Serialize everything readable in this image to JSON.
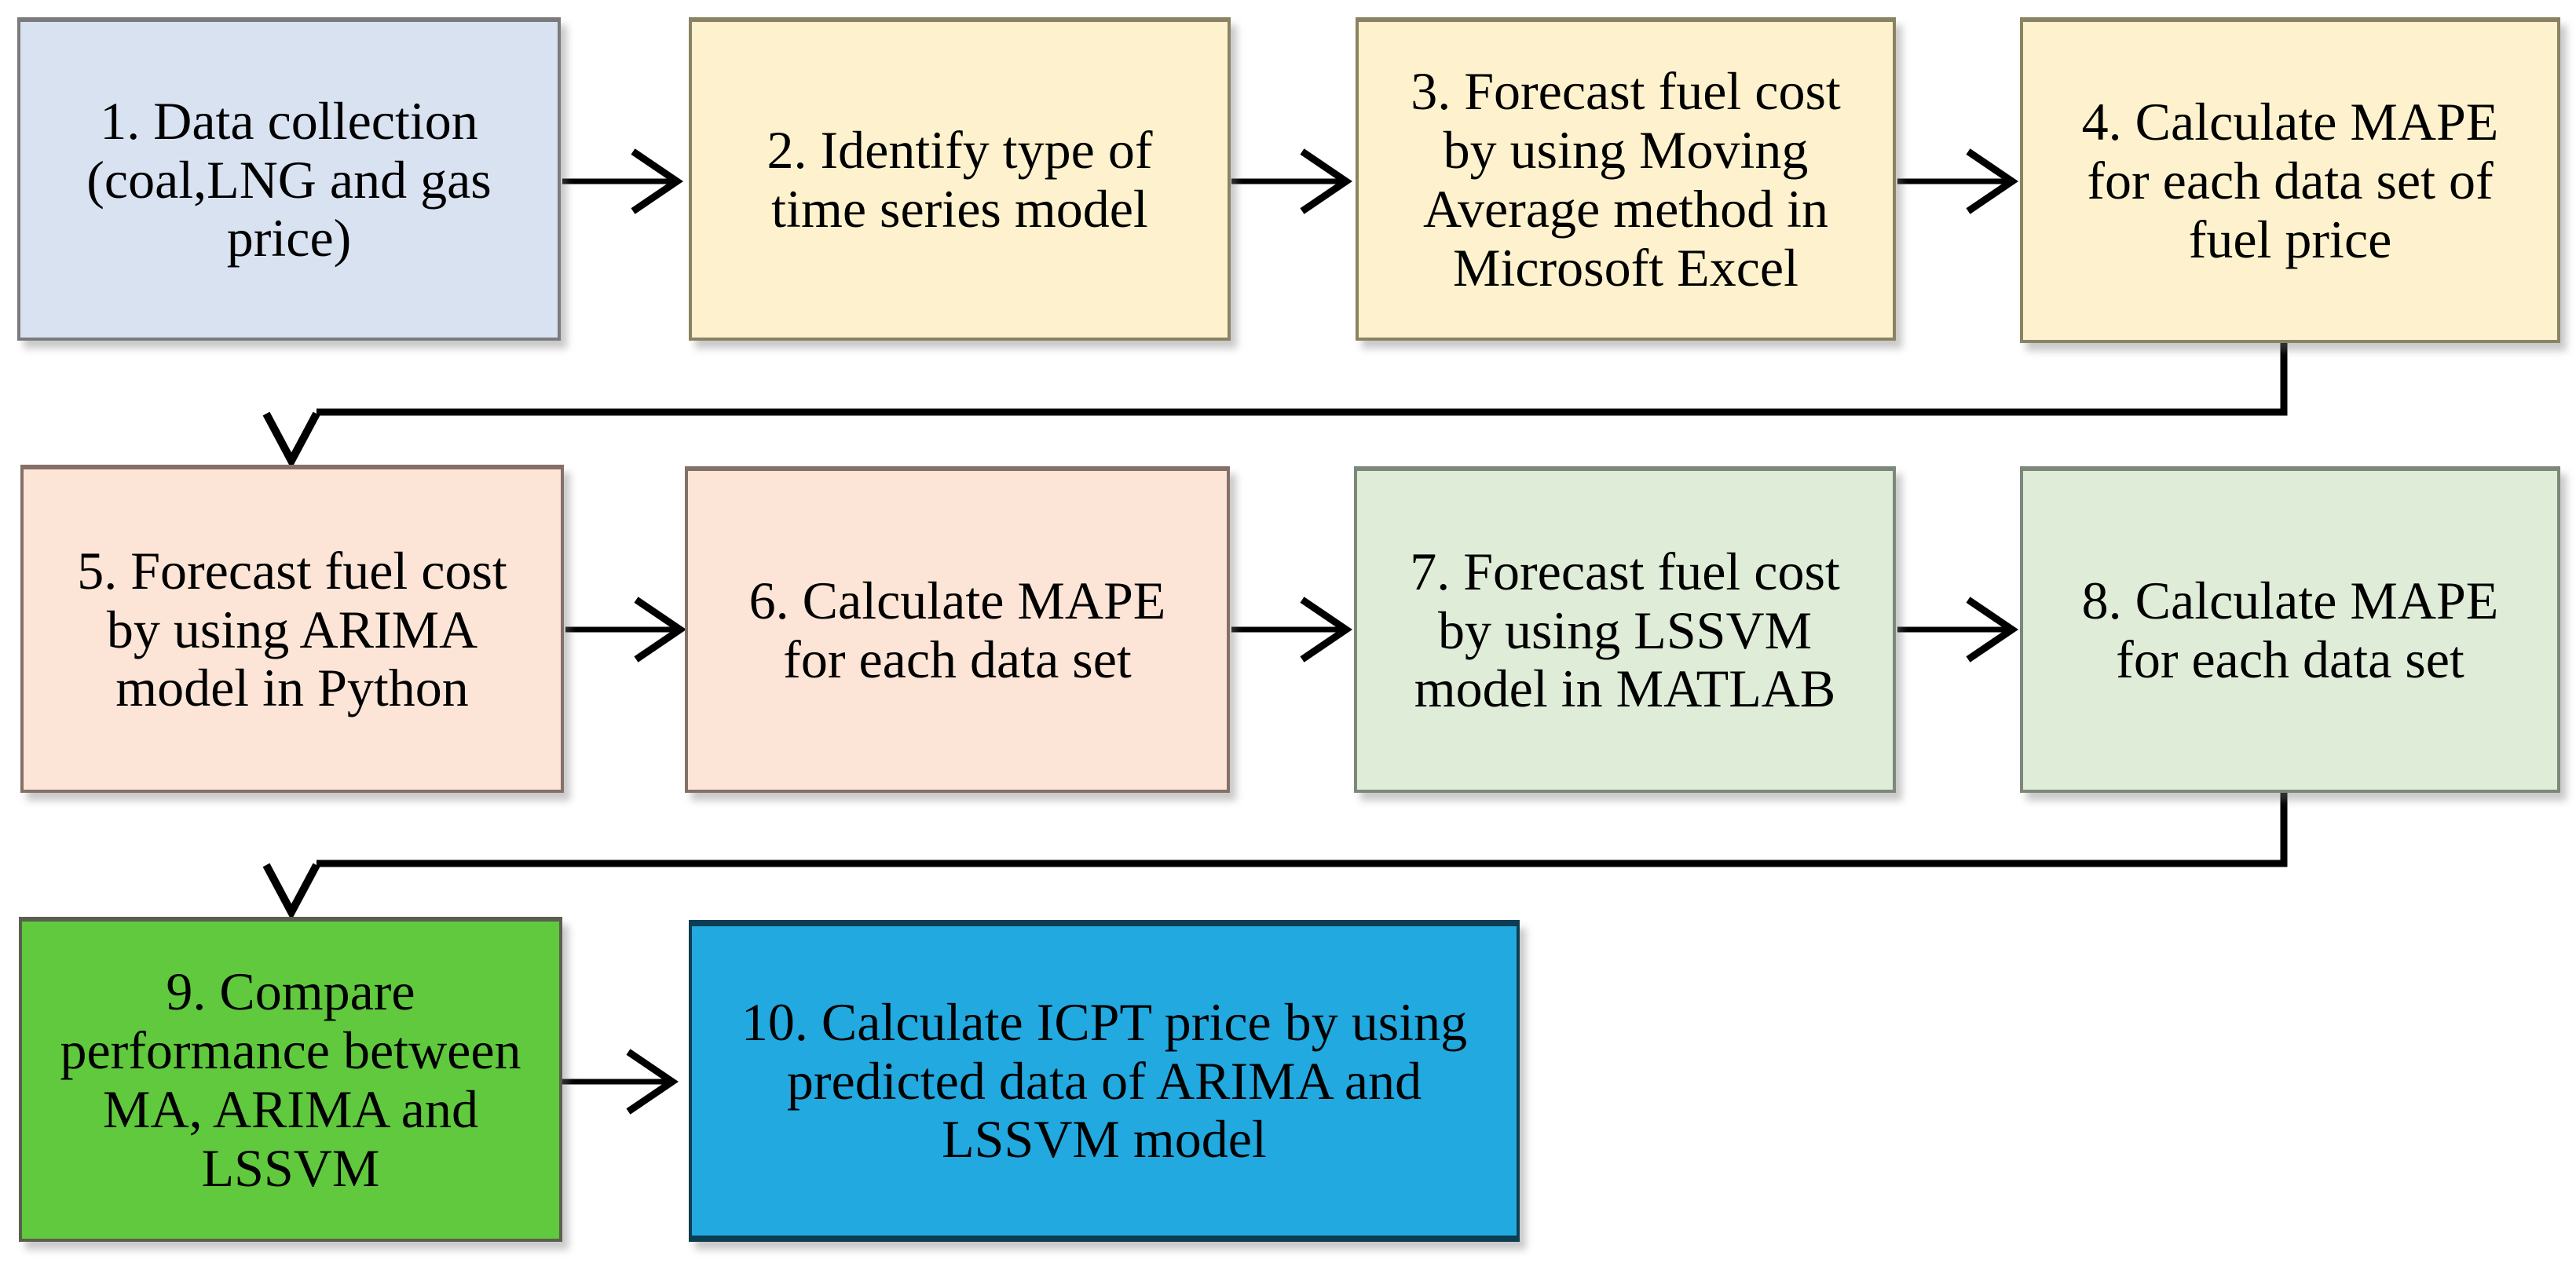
{
  "flowchart": {
    "description": "Methodology flowchart for fuel cost forecasting and ICPT price calculation",
    "background_color": "#ffffff",
    "text_color": "#000000",
    "arrow_color": "#000000",
    "steps": [
      {
        "id": 1,
        "text": "1. Data collection\n(coal,LNG and gas\nprice)",
        "fill": "#d9e2f1",
        "border": "#7b7b7b"
      },
      {
        "id": 2,
        "text": "2. Identify type of\ntime series model",
        "fill": "#fdf2cd",
        "border": "#8a8363"
      },
      {
        "id": 3,
        "text": "3. Forecast fuel cost\nby using Moving\nAverage method in\nMicrosoft Excel",
        "fill": "#fdf2cd",
        "border": "#8a8363"
      },
      {
        "id": 4,
        "text": "4. Calculate MAPE\nfor each data set of\nfuel price",
        "fill": "#fdf2cd",
        "border": "#8a8363"
      },
      {
        "id": 5,
        "text": "5. Forecast fuel cost\nby using ARIMA\nmodel in Python",
        "fill": "#fce5d6",
        "border": "#857068"
      },
      {
        "id": 6,
        "text": "6. Calculate MAPE\nfor each data set",
        "fill": "#fce5d6",
        "border": "#857068"
      },
      {
        "id": 7,
        "text": "7. Forecast fuel cost\nby using LSSVM\nmodel in MATLAB",
        "fill": "#dfecd8",
        "border": "#7c887a"
      },
      {
        "id": 8,
        "text": "8. Calculate MAPE\nfor each data set",
        "fill": "#dfecd8",
        "border": "#7c887a"
      },
      {
        "id": 9,
        "text": "9. Compare\nperformance between\nMA, ARIMA and\nLSSVM",
        "fill": "#60c93e",
        "border": "#5a5f4e"
      },
      {
        "id": 10,
        "text": "10. Calculate ICPT price by using\npredicted data of ARIMA and\nLSSVM model",
        "fill": "#22a9e0",
        "border": "#0c3d52"
      }
    ],
    "connections": [
      {
        "from": 1,
        "to": 2,
        "type": "straight-right"
      },
      {
        "from": 2,
        "to": 3,
        "type": "straight-right"
      },
      {
        "from": 3,
        "to": 4,
        "type": "straight-right"
      },
      {
        "from": 4,
        "to": 5,
        "type": "elbow-down-left-down"
      },
      {
        "from": 5,
        "to": 6,
        "type": "straight-right"
      },
      {
        "from": 6,
        "to": 7,
        "type": "straight-right"
      },
      {
        "from": 7,
        "to": 8,
        "type": "straight-right"
      },
      {
        "from": 8,
        "to": 9,
        "type": "elbow-down-left-down"
      },
      {
        "from": 9,
        "to": 10,
        "type": "straight-right"
      }
    ]
  }
}
